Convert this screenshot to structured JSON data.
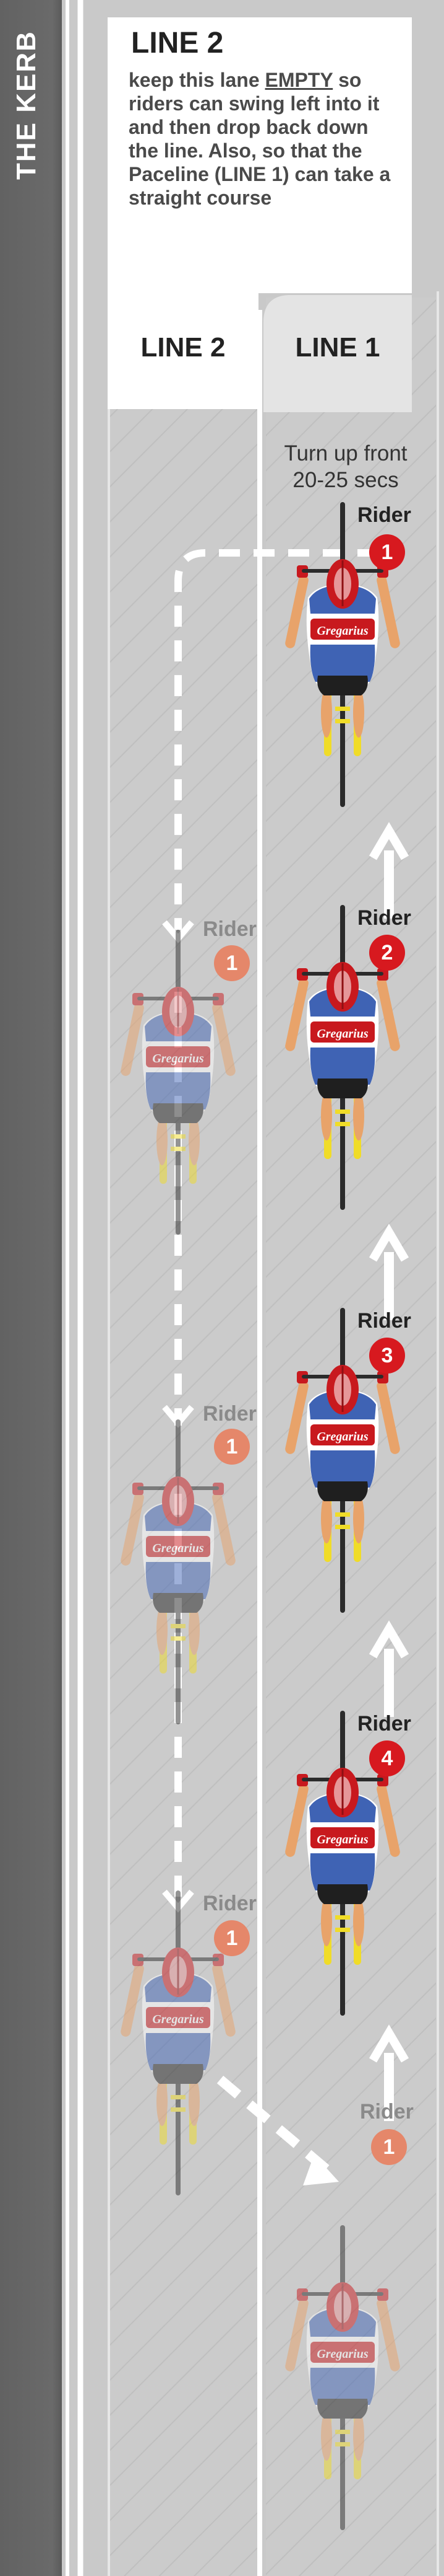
{
  "kerb": {
    "label": "THE KERB"
  },
  "info_box": {
    "title": "LINE 2",
    "body_before": "keep this lane ",
    "body_emphasis": "EMPTY",
    "body_after": " so riders can swing left into it and then drop back down the line. Also, so that the Paceline (LINE 1) can take a straight course"
  },
  "lanes": {
    "line2_label": "LINE 2",
    "line1_label": "LINE 1"
  },
  "turn_note": {
    "line1": "Turn up front",
    "line2": "20-25 secs"
  },
  "rider_word": "Rider",
  "riders": [
    {
      "number": "1",
      "state": "leading"
    },
    {
      "number": "2",
      "state": "in line"
    },
    {
      "number": "3",
      "state": "in line"
    },
    {
      "number": "4",
      "state": "in line"
    },
    {
      "number": "1",
      "state": "drifting back"
    },
    {
      "number": "1",
      "state": "drifting back"
    },
    {
      "number": "1",
      "state": "drifting back"
    },
    {
      "number": "1",
      "state": "rejoining"
    }
  ],
  "jersey_text": "Gregarius",
  "colors": {
    "kerb": "#626262",
    "road": "#c9c9c9",
    "active_badge": "#d7191f",
    "ghost_badge": "#e5876a",
    "arrow": "#ffffff",
    "jersey_red": "#c8191e",
    "jersey_blue": "#3f63b4",
    "wheel_yellow": "#f0dc28"
  }
}
